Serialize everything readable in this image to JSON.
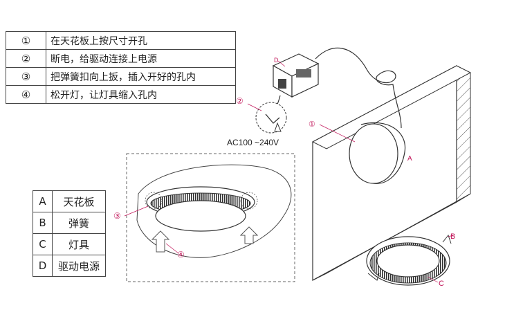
{
  "steps": [
    {
      "num": "①",
      "text": "在天花板上按尺寸开孔"
    },
    {
      "num": "②",
      "text": "断电，给驱动连接上电源"
    },
    {
      "num": "③",
      "text": "把弹簧扣向上扳，插入开好的孔内"
    },
    {
      "num": "④",
      "text": "松开灯，让灯具缩入孔内"
    }
  ],
  "legend": [
    {
      "key": "A",
      "name": "天花板"
    },
    {
      "key": "B",
      "name": "弹簧"
    },
    {
      "key": "C",
      "name": "灯具"
    },
    {
      "key": "D",
      "name": "驱动电源"
    }
  ],
  "callouts": {
    "c1": "①",
    "c2": "②",
    "c3": "③",
    "c4": "④",
    "a": "A",
    "b": "B",
    "c": "C",
    "d": "D"
  },
  "voltage": "AC100 ~240V",
  "colors": {
    "callout": "#c2185b",
    "line": "#333333"
  }
}
